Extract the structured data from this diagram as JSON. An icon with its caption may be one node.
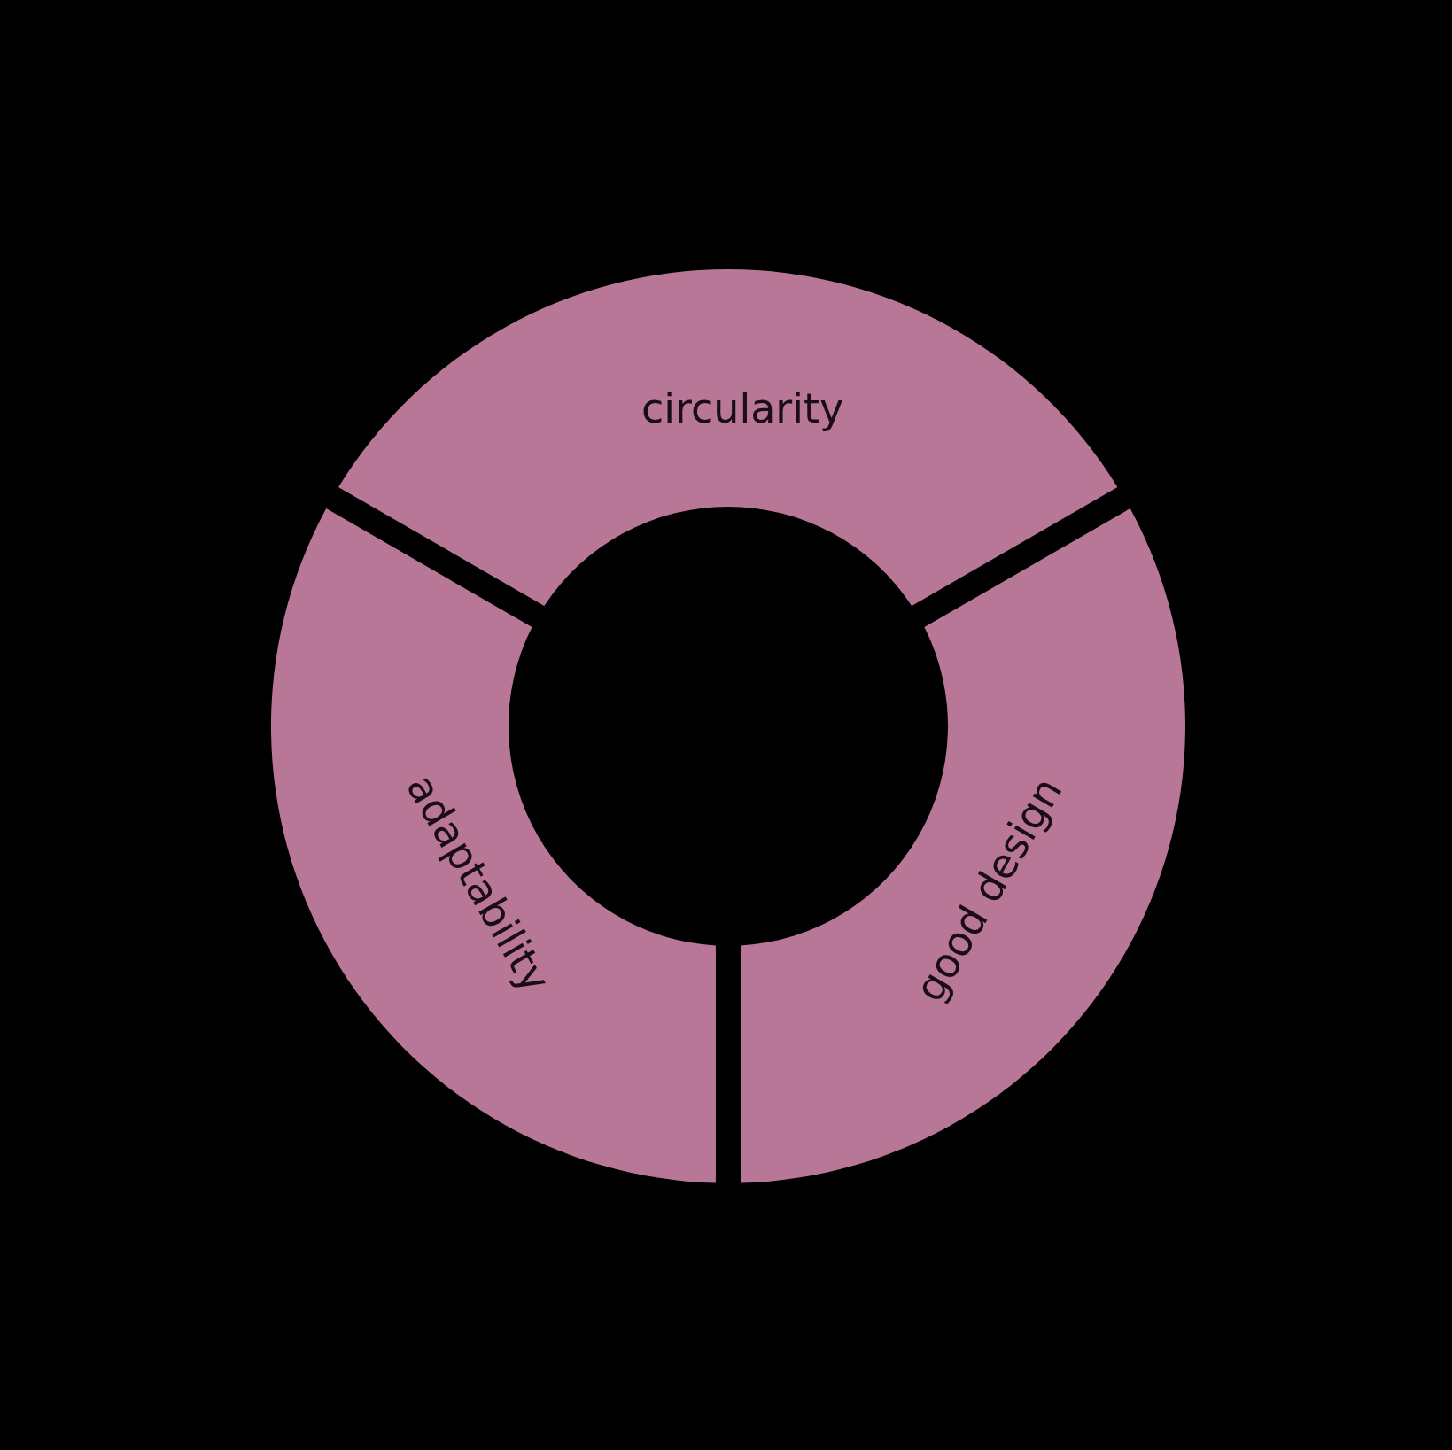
{
  "diagram": {
    "nodes": [
      {
        "text": [
          "circularity"
        ]
      },
      {
        "text": [
          "adaptability"
        ]
      },
      {
        "text": [
          "good design"
        ]
      }
    ]
  }
}
